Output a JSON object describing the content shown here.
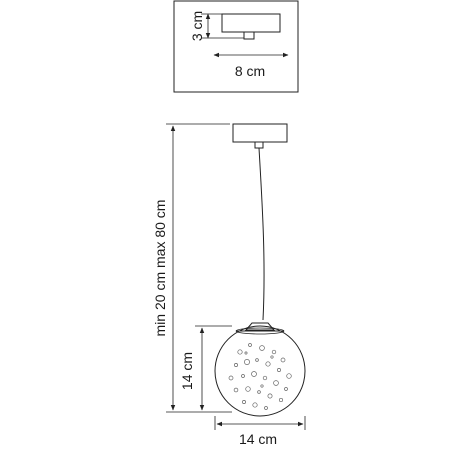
{
  "inset": {
    "height_label": "3 cm",
    "width_label": "8 cm"
  },
  "main": {
    "length_label": "min 20 cm max 80 cm",
    "globe_height_label": "14 cm",
    "globe_width_label": "14 cm"
  }
}
